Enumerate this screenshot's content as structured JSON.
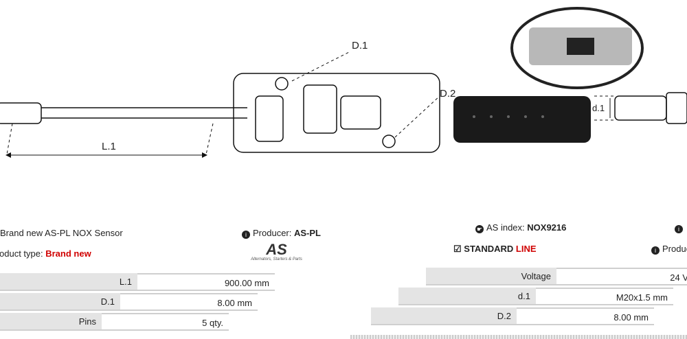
{
  "drawing": {
    "d1": "D.1",
    "d2": "D.2",
    "l1": "L.1",
    "d_thread": "d.1"
  },
  "left_panel": {
    "title": "Brand new AS-PL NOX Sensor",
    "producer_label": "Producer:",
    "producer_value": "AS-PL",
    "product_type_label": "Product type:",
    "product_type_value": "Brand new",
    "logo_text": "AS",
    "logo_tagline": "Alternators, Starters & Parts",
    "specs": [
      {
        "label": "L.1",
        "value": "900.00 mm"
      },
      {
        "label": "D.1",
        "value": "8.00 mm"
      },
      {
        "label": "Pins",
        "value": "5 qty."
      }
    ]
  },
  "right_panel": {
    "index_label": "AS index:",
    "index_value": "NOX9216",
    "line_label": "STANDARD",
    "line_accent": "LINE",
    "producer_label": "Producer",
    "specs": [
      {
        "label": "Voltage",
        "value": "24 V"
      },
      {
        "label": "d.1",
        "value": "M20x1.5 mm"
      },
      {
        "label": "D.2",
        "value": "8.00 mm"
      }
    ]
  },
  "colors": {
    "accent": "#d00000",
    "table_label_bg": "#e4e4e4"
  }
}
